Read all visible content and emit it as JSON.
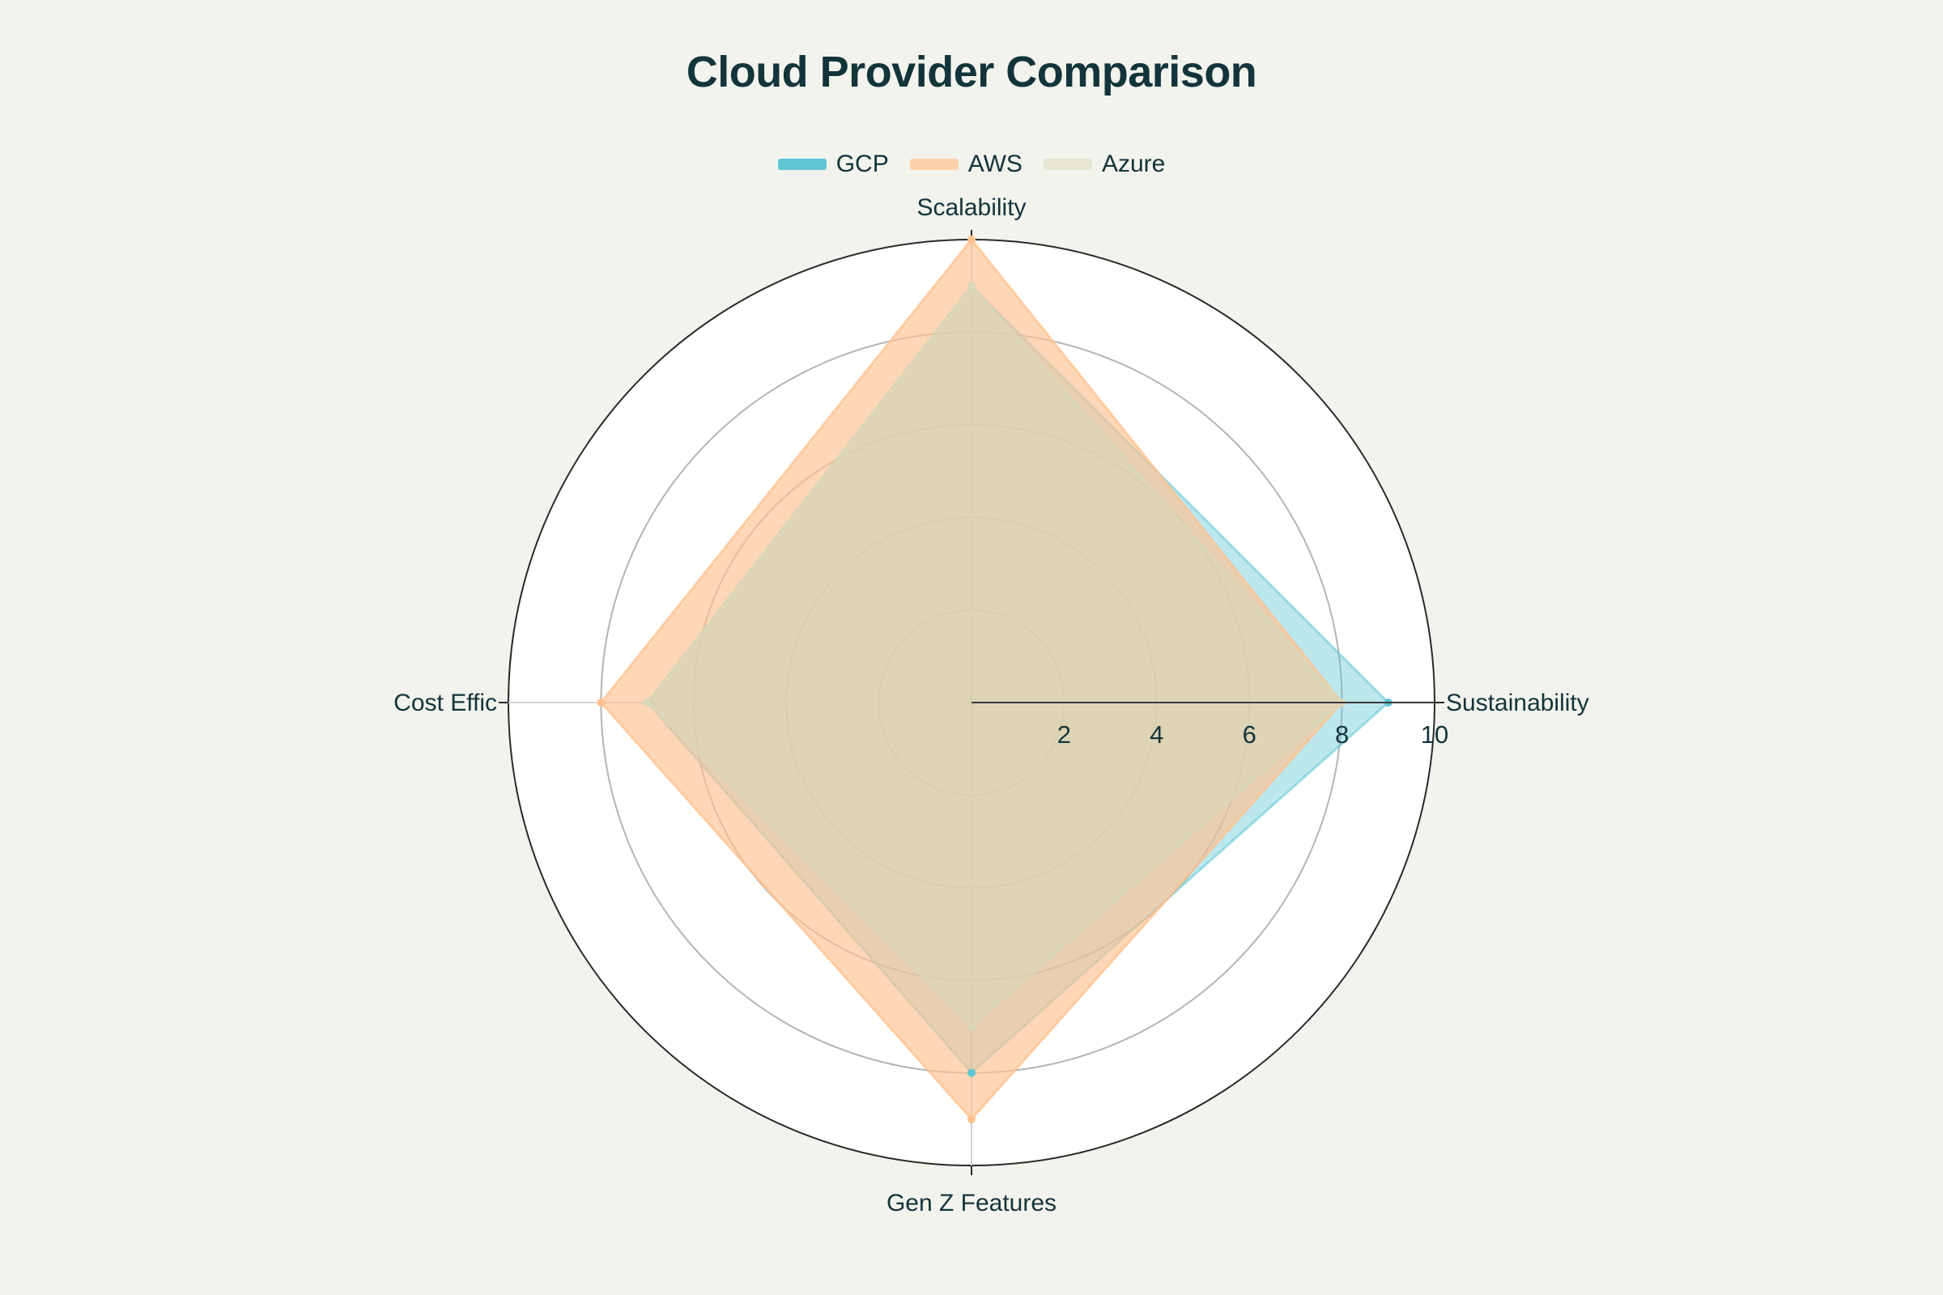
{
  "chart_data": {
    "type": "radar",
    "title": "Cloud Provider Comparison",
    "axes": [
      "Scalability",
      "Sustainability",
      "Gen Z Features",
      "Cost Effic"
    ],
    "range": [
      0,
      10
    ],
    "ticks": [
      "2",
      "4",
      "6",
      "8",
      "10"
    ],
    "tick_values": [
      2,
      4,
      6,
      8,
      10
    ],
    "grid": true,
    "legend_position": "top-center",
    "series": [
      {
        "name": "GCP",
        "values": [
          9,
          9,
          8,
          7
        ],
        "color": "#5dc5d3",
        "opacity": 0.42
      },
      {
        "name": "AWS",
        "values": [
          10,
          8,
          9,
          8
        ],
        "color": "#ffc28f",
        "opacity": 0.65
      },
      {
        "name": "Azure",
        "values": [
          9,
          8,
          7,
          7
        ],
        "color": "#d9d8b9",
        "opacity": 0.62
      }
    ]
  }
}
